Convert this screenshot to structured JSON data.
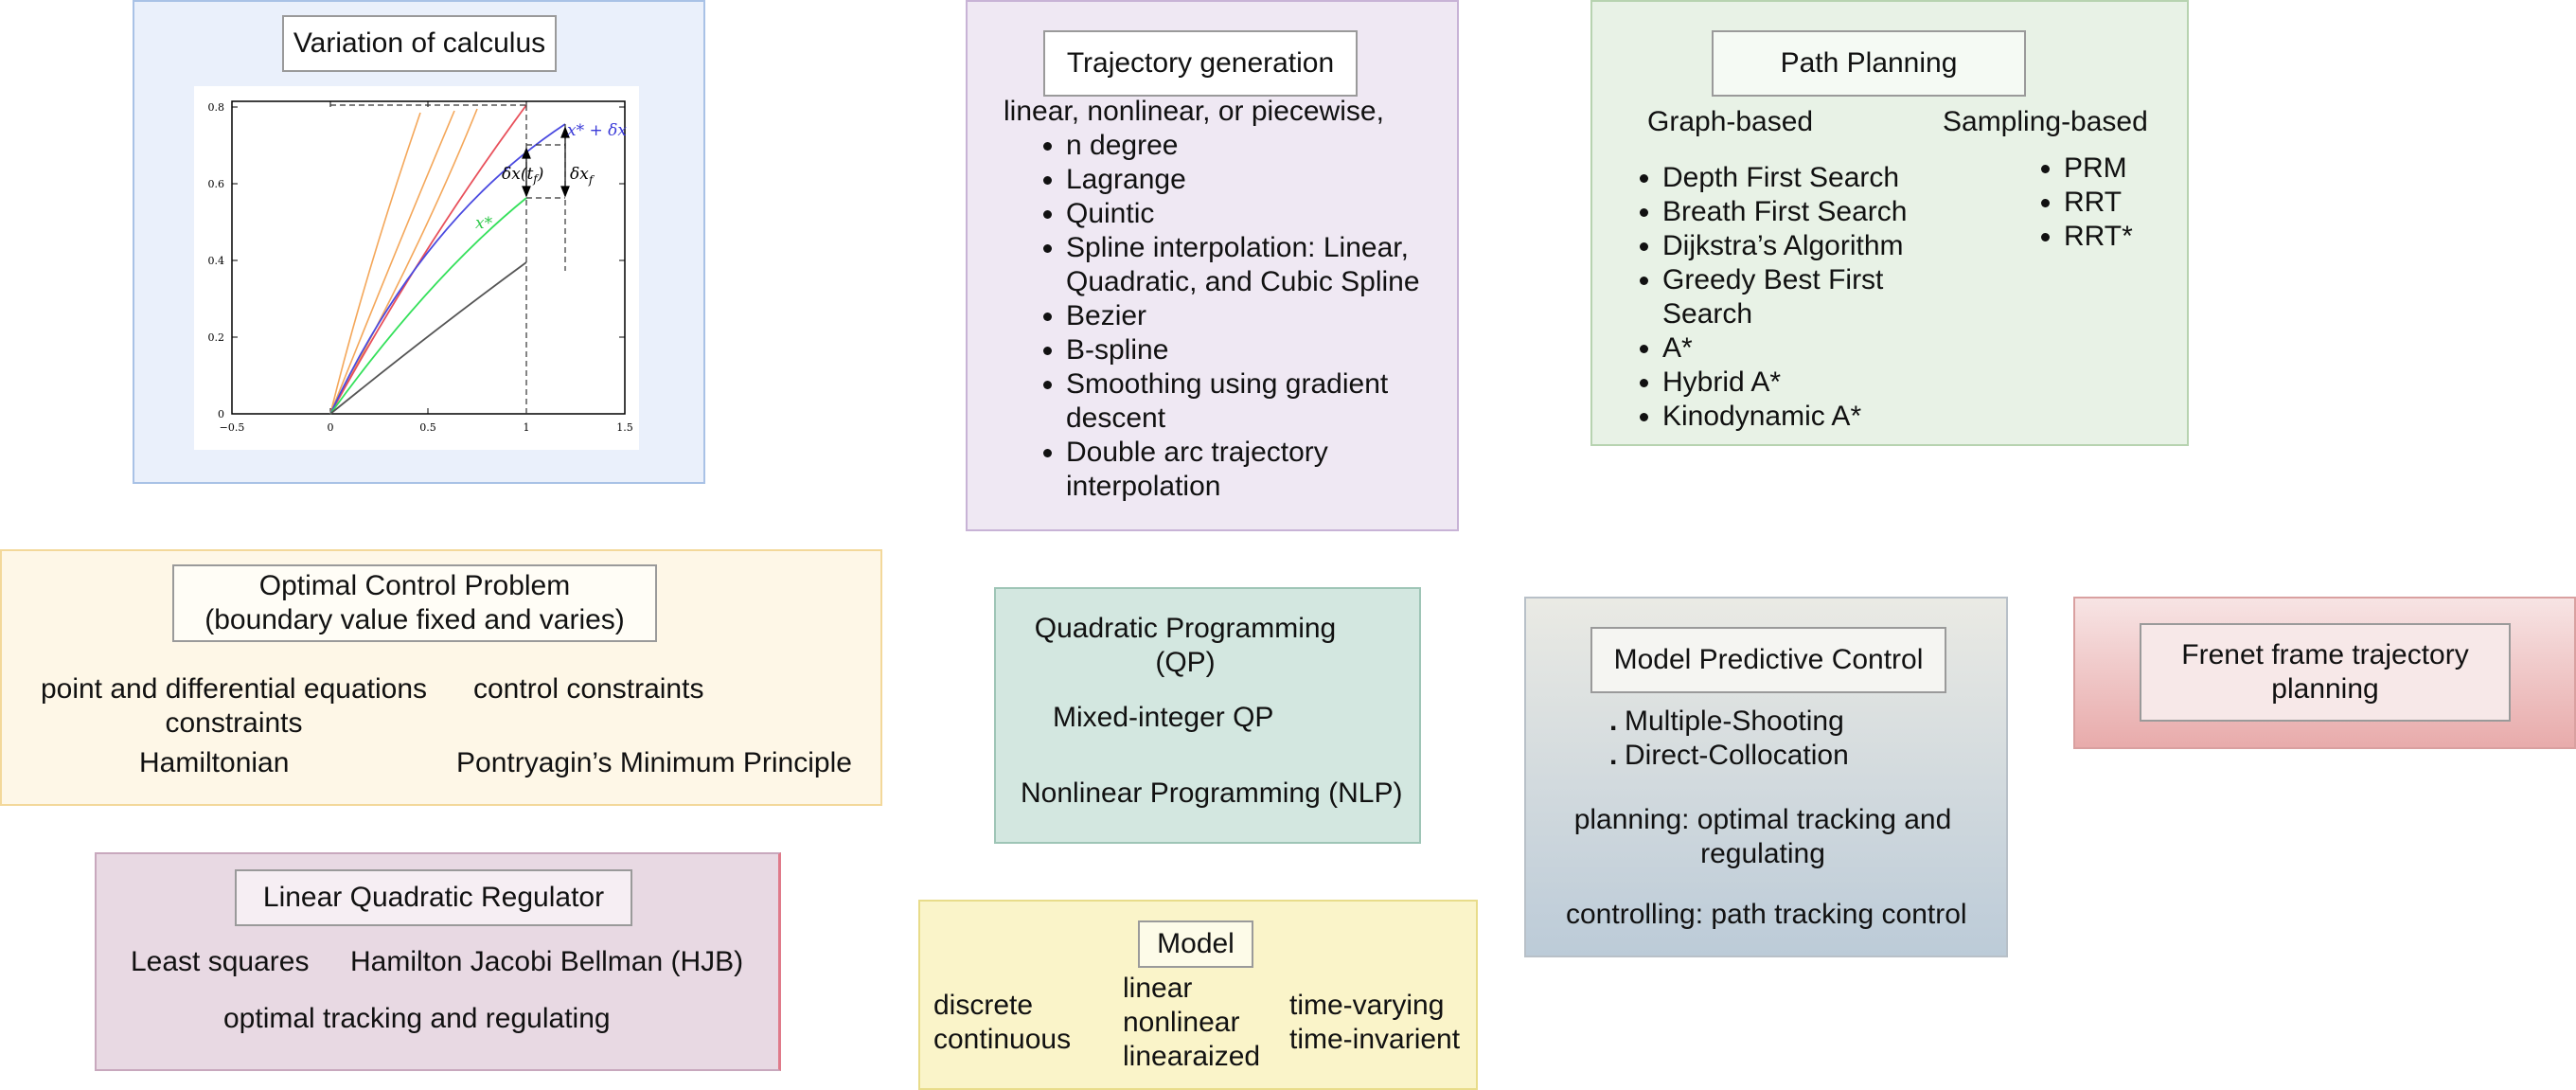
{
  "variation": {
    "title": "Variation of calculus",
    "plot": {
      "x_ticks": [
        "−0.5",
        "0",
        "0.5",
        "1",
        "1.5"
      ],
      "y_ticks": [
        "0",
        "0.2",
        "0.4",
        "0.6",
        "0.8"
      ],
      "label_x_star_dx": "x* + δx",
      "label_x_star": "x*",
      "label_dx_tf": "δx(t",
      "label_dx_tf_sub": "f",
      "label_dx_tf_close": ")",
      "label_dxf": "δx",
      "label_dxf_sub": "f",
      "colors": {
        "orange": "#f4a75a",
        "red": "#e8505b",
        "blue": "#4a4ae0",
        "green": "#34e05a",
        "gray": "#555555",
        "blue_label": "#3a3ad8",
        "green_label": "#2ec84a"
      }
    }
  },
  "trajectory": {
    "title": "Trajectory generation",
    "intro": "linear, nonlinear, or piecewise,",
    "items": [
      {
        "l1": "n degree",
        "l2": ""
      },
      {
        "l1": "Lagrange",
        "l2": ""
      },
      {
        "l1": "Quintic",
        "l2": ""
      },
      {
        "l1": "Spline interpolation: Linear,",
        "l2": "Quadratic, and Cubic Spline"
      },
      {
        "l1": "Bezier",
        "l2": ""
      },
      {
        "l1": "B-spline",
        "l2": ""
      },
      {
        "l1": "Smoothing using gradient",
        "l2": "descent"
      },
      {
        "l1": "Double arc trajectory",
        "l2": "interpolation"
      }
    ]
  },
  "path_planning": {
    "title": "Path Planning",
    "graph_heading": "Graph-based",
    "sampling_heading": "Sampling-based",
    "graph_items": [
      {
        "l1": "Depth First Search",
        "l2": ""
      },
      {
        "l1": "Breath First Search",
        "l2": ""
      },
      {
        "l1": "Dijkstra’s Algorithm",
        "l2": ""
      },
      {
        "l1": "Greedy Best First",
        "l2": "Search"
      },
      {
        "l1": "A*",
        "l2": ""
      },
      {
        "l1": "Hybrid A*",
        "l2": ""
      },
      {
        "l1": "Kinodynamic A*",
        "l2": ""
      }
    ],
    "sampling_items": [
      "PRM",
      "RRT",
      "RRT*"
    ]
  },
  "ocp": {
    "title_l1": "Optimal Control Problem",
    "title_l2": "(boundary value fixed and varies)",
    "item1_l1": "point and differential equations",
    "item1_l2": "constraints",
    "item2": "control constraints",
    "item3": "Hamiltonian",
    "item4": "Pontryagin’s Minimum Principle"
  },
  "qp": {
    "l1": "Quadratic Programming",
    "l2": "(QP)",
    "miqp": "Mixed-integer QP",
    "nlp": "Nonlinear Programming (NLP)"
  },
  "mpc": {
    "title": "Model Predictive Control",
    "items": [
      "Multiple-Shooting",
      "Direct-Collocation"
    ],
    "planning_l1": "planning: optimal tracking and",
    "planning_l2": "regulating",
    "controlling": "controlling: path tracking control"
  },
  "frenet": {
    "title_l1": "Frenet frame trajectory",
    "title_l2": "planning"
  },
  "lqr": {
    "title": "Linear Quadratic Regulator",
    "least": "Least squares",
    "hjb": "Hamilton Jacobi Bellman (HJB)",
    "tracking": "optimal tracking and regulating"
  },
  "model": {
    "title": "Model",
    "col1": [
      "discrete",
      "continuous"
    ],
    "col2": [
      "linear",
      "nonlinear",
      "linearaized"
    ],
    "col3": [
      "time-varying",
      "time-invarient"
    ]
  },
  "colors": {
    "variation_bg": "#eaf0fb",
    "variation_border": "#a9c2e6",
    "trajectory_bg": "#efe8f3",
    "trajectory_border": "#c8b3d6",
    "path_bg": "#e8f2e6",
    "path_border": "#b7d3b0",
    "ocp_bg": "#fef7e7",
    "ocp_border": "#f3d89a",
    "qp_bg": "#d3e7e0",
    "qp_border": "#9ec5b6",
    "mpc_top": "#eaeae4",
    "mpc_bottom": "#bccbd8",
    "frenet_top": "#f7e4e4",
    "frenet_bottom": "#e8abab",
    "lqr_bg": "#e8d9e3",
    "lqr_border": "#c8a8bd",
    "model_bg": "#faf4c9",
    "model_border": "#e8dc8a"
  }
}
